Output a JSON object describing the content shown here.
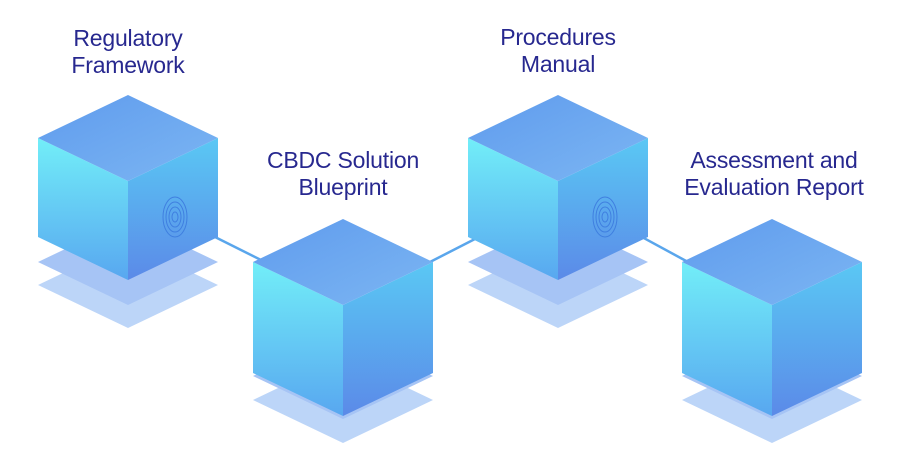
{
  "steps": [
    {
      "label_lines": [
        "Regulatory",
        "Framework"
      ]
    },
    {
      "label_lines": [
        "CBDC Solution",
        "Blueprint"
      ]
    },
    {
      "label_lines": [
        "Procedures",
        "Manual"
      ]
    },
    {
      "label_lines": [
        "Assessment and",
        "Evaluation Report"
      ]
    }
  ],
  "colors": {
    "label": "#27288f",
    "cube_top": "#6fa6f0",
    "cube_left_light": "#72eef8",
    "cube_left_dark": "#58a7f0",
    "cube_right_light": "#5ac8f4",
    "cube_right_dark": "#5b8ae8",
    "layer_1": "#bcd5f8",
    "layer_2": "#a6c4f5",
    "connector": "#5aa6ec"
  }
}
